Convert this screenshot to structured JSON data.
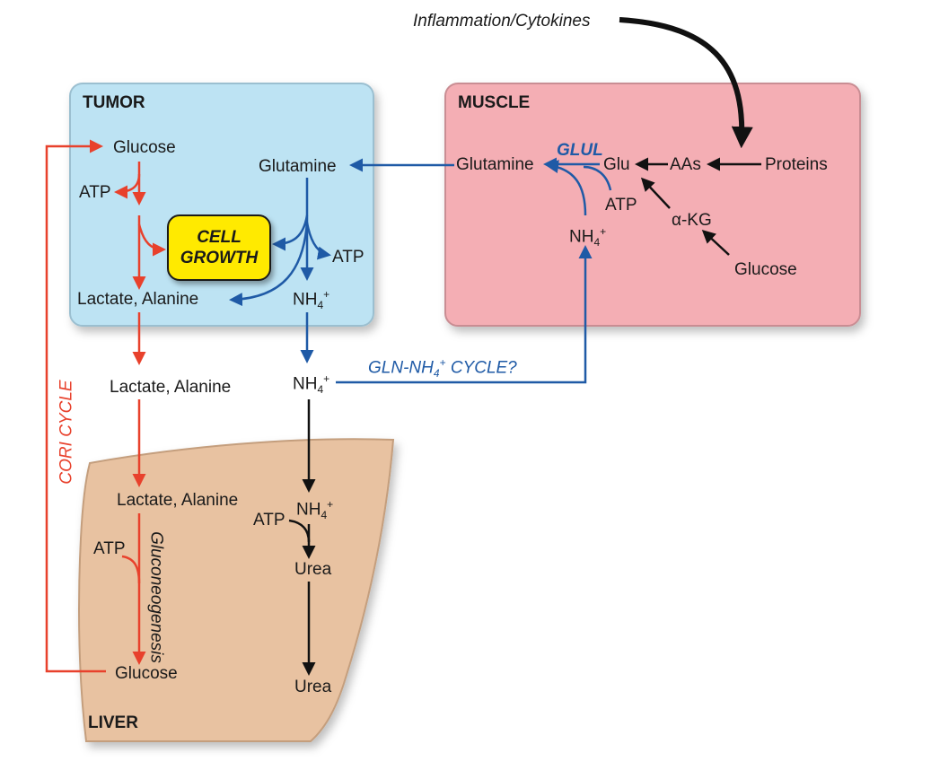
{
  "regions": {
    "tumor": "TUMOR",
    "muscle": "MUSCLE",
    "liver": "LIVER"
  },
  "top": {
    "inflammation": "Inflammation/Cytokines"
  },
  "tumor": {
    "glucose": "Glucose",
    "atp_glycolysis": "ATP",
    "cell_growth_line1": "CELL",
    "cell_growth_line2": "GROWTH",
    "lactate_alanine": "Lactate, Alanine",
    "glutamine": "Glutamine",
    "atp_glutamine": "ATP",
    "nh4": "NH",
    "nh4_sub": "4",
    "nh4_sup": "+"
  },
  "muscle": {
    "glutamine": "Glutamine",
    "glul": "GLUL",
    "glu": "Glu",
    "aas": "AAs",
    "proteins": "Proteins",
    "atp": "ATP",
    "akg": "α-KG",
    "glucose": "Glucose",
    "nh4": "NH",
    "nh4_sub": "4",
    "nh4_sup": "+"
  },
  "middle": {
    "lactate_alanine": "Lactate, Alanine",
    "nh4": "NH",
    "nh4_sub": "4",
    "nh4_sup": "+",
    "cycle_pre": "GLN-NH",
    "cycle_sub": "4",
    "cycle_sup": "+",
    "cycle_post": " CYCLE?"
  },
  "liver": {
    "lactate_alanine": "Lactate, Alanine",
    "atp_gluconeo": "ATP",
    "gluconeogenesis": "Gluconeogenesis",
    "glucose": "Glucose",
    "nh4": "NH",
    "nh4_sub": "4",
    "nh4_sup": "+",
    "atp_urea": "ATP",
    "urea1": "Urea",
    "urea2": "Urea"
  },
  "cori": {
    "label": "CORI CYCLE"
  },
  "colors": {
    "tumor_fill": "#bde3f3",
    "muscle_fill": "#f4aeb4",
    "liver_fill": "#e8c2a1",
    "red_arrow": "#e8412c",
    "blue_arrow": "#1f5aa6",
    "cell_growth": "#ffea00"
  }
}
